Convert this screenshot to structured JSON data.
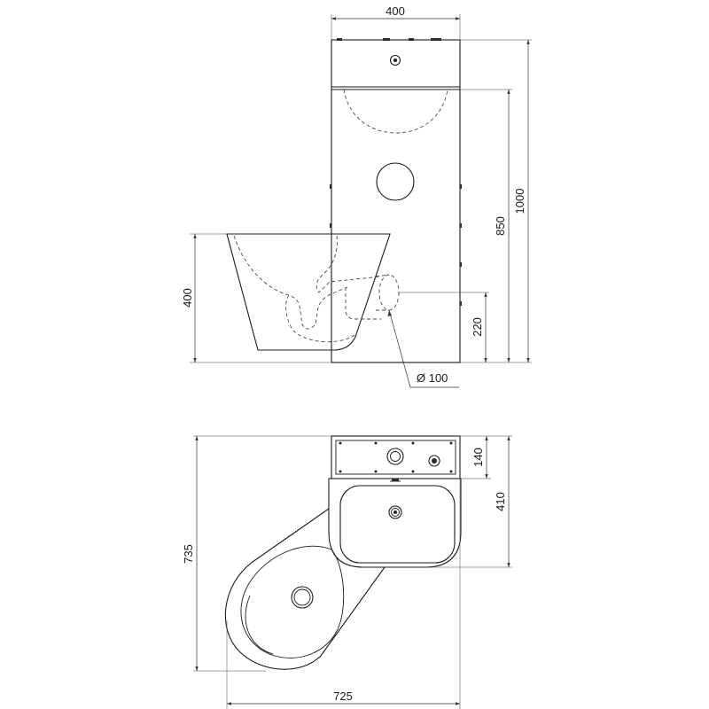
{
  "elevation": {
    "dims": {
      "tank_width": "400",
      "bowl_height": "400",
      "total_height": "1000",
      "panel_height": "850",
      "outlet_height": "220",
      "outlet_diameter": "Ø 100"
    }
  },
  "plan": {
    "dims": {
      "total_depth": "735",
      "total_width": "725",
      "tank_depth": "140",
      "basin_depth": "410"
    }
  }
}
